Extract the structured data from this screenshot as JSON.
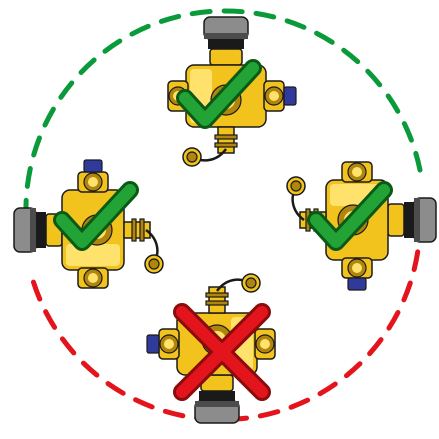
{
  "colors": {
    "ok_arc": "#0a9a3a",
    "bad_arc": "#e3141b",
    "check": "#23a336",
    "check_outline": "#0a5a16",
    "cross": "#e3141b",
    "cross_outline": "#8a0c0c",
    "brass": "#f2c21d",
    "brass_dark": "#b0850e",
    "brass_light": "#ffe26b",
    "handle": "#8c8c8c",
    "handle_dark": "#4c4c4c",
    "cap": "#2f3a9a",
    "black": "#1a1a1a"
  },
  "orientations": [
    {
      "id": "top",
      "rotation": 0,
      "status": "correct",
      "mark": "check-mark-icon"
    },
    {
      "id": "left",
      "rotation": -90,
      "status": "correct",
      "mark": "check-mark-icon"
    },
    {
      "id": "right",
      "rotation": 90,
      "status": "correct",
      "mark": "check-mark-icon"
    },
    {
      "id": "bottom",
      "rotation": 180,
      "status": "wrong",
      "mark": "cross-mark-icon"
    }
  ]
}
